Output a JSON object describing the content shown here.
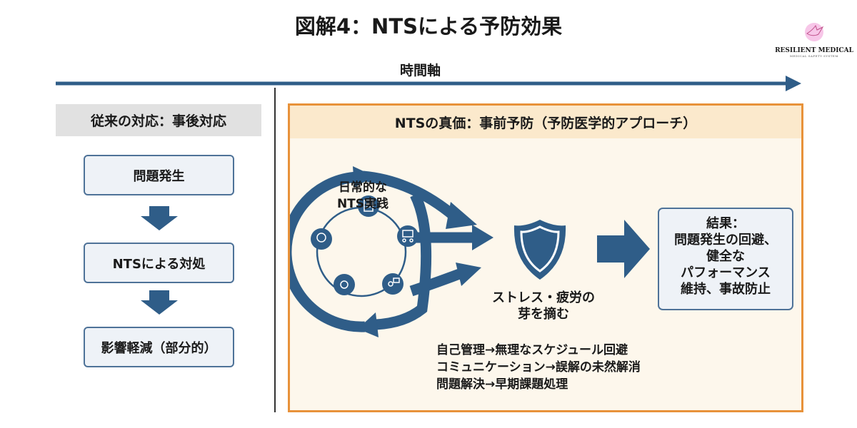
{
  "title": "図解4：NTSによる予防効果",
  "logo": {
    "name": "RESILIENT MEDICAL",
    "subtitle": "MEDICAL SAFETY SYSTEM"
  },
  "timeline": {
    "label": "時間軸"
  },
  "left": {
    "header": "従来の対応：事後対応",
    "steps": [
      "問題発生",
      "NTSによる対処",
      "影響軽減（部分的）"
    ]
  },
  "right": {
    "header": "NTSの真価：事前予防（予防医学的アプローチ）",
    "cycle_label_1": "日常的な",
    "cycle_label_2": "NTS実践",
    "stress_1": "ストレス・疲労の",
    "stress_2": "芽を摘む",
    "result": [
      "結果：",
      "問題発生の回避、",
      "健全な",
      "パフォーマンス",
      "維持、事故防止"
    ],
    "examples": [
      "自己管理→無理なスケジュール回避",
      "コミュニケーション→誤解の未然解消",
      "問題解決→早期課題処理"
    ]
  },
  "colors": {
    "navy": "#2f5d88",
    "orange": "#e8923a"
  }
}
